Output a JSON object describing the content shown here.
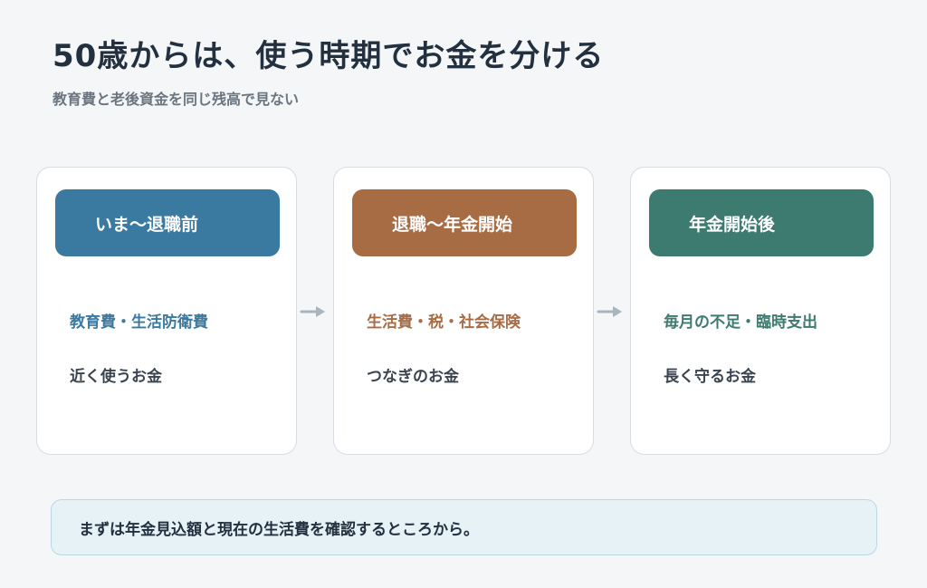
{
  "title": "50歳からは、使う時期でお金を分ける",
  "subtitle": "教育費と老後資金を同じ残高で見ない",
  "colors": {
    "stage1": "#3a7aa0",
    "stage2": "#a86c44",
    "stage3": "#3d7a70"
  },
  "stages": [
    {
      "header": "いま〜退職前",
      "item": "教育費・生活防衛費",
      "note": "近く使うお金"
    },
    {
      "header": "退職〜年金開始",
      "item": "生活費・税・社会保険",
      "note": "つなぎのお金"
    },
    {
      "header": "年金開始後",
      "item": "毎月の不足・臨時支出",
      "note": "長く守るお金"
    }
  ],
  "icons": [
    "arrow-right-icon",
    "arrow-right-icon"
  ],
  "banner": "まずは年金見込額と現在の生活費を確認するところから。"
}
